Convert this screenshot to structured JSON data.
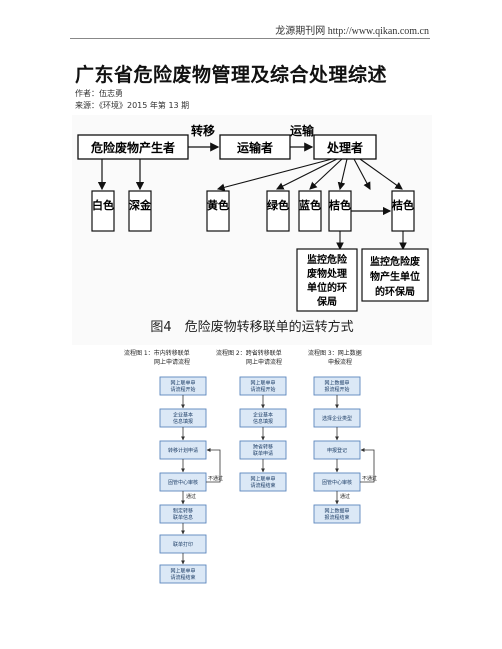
{
  "header": {
    "site": "龙源期刊网 http://www.qikan.com.cn"
  },
  "article": {
    "title": "广东省危险废物管理及综合处理综述",
    "author_line": "作者：伍志勇",
    "source_line": "来源：《环境》2015 年第 13 期"
  },
  "figure4": {
    "producer": "危险废物产生者",
    "transfer": "转移",
    "transporter": "运输者",
    "transport": "运输",
    "processor": "处理者",
    "copies": [
      "白色",
      "深金",
      "黄色",
      "绿色",
      "蓝色",
      "桔色",
      "桔色"
    ],
    "monitor_processor": [
      "监控危险",
      "废物处理",
      "单位的环",
      "保局"
    ],
    "monitor_producer": [
      "监控危险废",
      "物产生单位",
      "的环保局"
    ],
    "caption": "图4　危险废物转移联单的运转方式"
  },
  "flowcharts": {
    "headers": [
      [
        "流程图 1：市内转移联单",
        "网上申请流程"
      ],
      [
        "流程图 2：跨省转移联单",
        "网上申请流程"
      ],
      [
        "流程图 3：网上数据",
        "申报流程"
      ]
    ],
    "col1": [
      "网上联单申请流程开始",
      "企业基本信息填报",
      "转移计划申请",
      "固管中心审核",
      "制定转移联单信息",
      "联单打印",
      "网上联单申请流程结束"
    ],
    "col2": [
      "网上联单申请流程开始",
      "企业基本信息填报",
      "跨省转移联单申请",
      "网上联单申请流程结束"
    ],
    "col3": [
      "网上数据申报流程开始",
      "选择企业类型",
      "申报登记",
      "固管中心审核",
      "网上数据申报流程结束"
    ],
    "fail_label": "不通过",
    "pass_label": "通过"
  }
}
